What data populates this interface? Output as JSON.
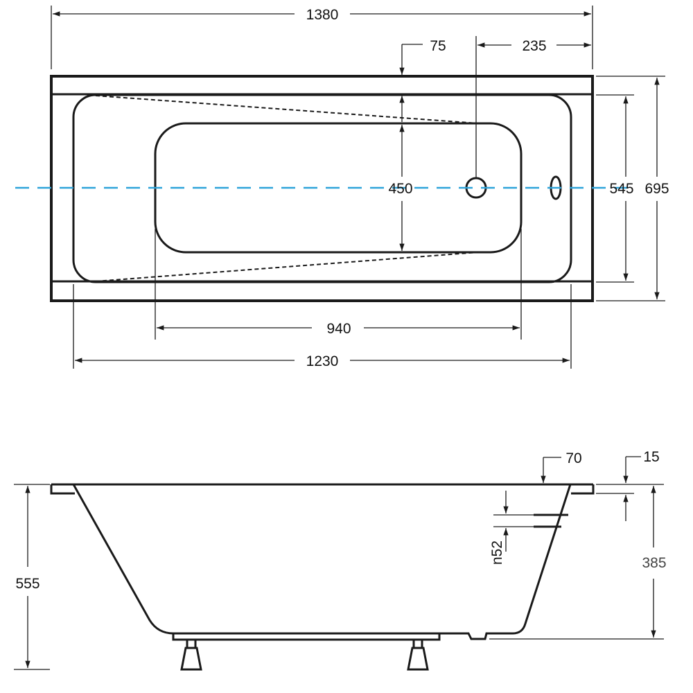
{
  "colors": {
    "outline": "#1a1a1a",
    "centerline": "#2ea3d9",
    "background": "#ffffff"
  },
  "top_view": {
    "overall_length": "1380",
    "outlet_offset": "75",
    "outlet_edge_distance": "235",
    "inner_width": "450",
    "rim_inner_width": "545",
    "overall_width": "695",
    "bottom_length": "940",
    "inner_length": "1230"
  },
  "side_view": {
    "rim_width": "70",
    "rim_thickness": "15",
    "overall_height": "555",
    "inner_depth": "385",
    "overflow_diameter": "n52"
  }
}
